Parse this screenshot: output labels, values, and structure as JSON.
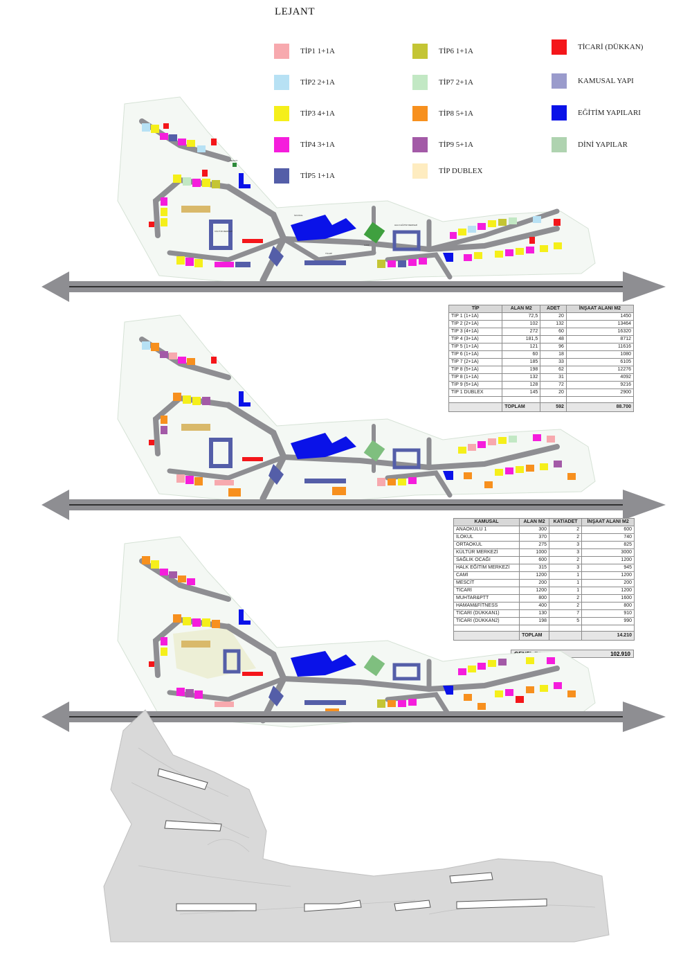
{
  "legend": {
    "title": "LEJANT",
    "items": [
      {
        "label": "TİP1  1+1A",
        "color": "#f7a9ae"
      },
      {
        "label": "TİP2  2+1A",
        "color": "#b7e1f4"
      },
      {
        "label": "TİP3  4+1A",
        "color": "#f5ef1a"
      },
      {
        "label": "TİP4  3+1A",
        "color": "#f51ddc"
      },
      {
        "label": "TİP5  1+1A",
        "color": "#545ea8"
      },
      {
        "label": "TİP6  1+1A",
        "color": "#c4c534"
      },
      {
        "label": "TİP7  2+1A",
        "color": "#c2e8c4"
      },
      {
        "label": "TİP8  5+1A",
        "color": "#f7901e"
      },
      {
        "label": "TİP9  5+1A",
        "color": "#a35aa7"
      },
      {
        "label": "TİP  DUBLEX",
        "color": "#feecc0"
      },
      {
        "label": "TİCARİ (DÜKKAN)",
        "color": "#f4161a"
      },
      {
        "label": "KAMUSAL YAPI",
        "color": "#9a9bcc"
      },
      {
        "label": "EĞİTİM YAPILARI",
        "color": "#0a12e8"
      },
      {
        "label": "DİNİ YAPILAR",
        "color": "#afd3b0"
      }
    ]
  },
  "plan_labels": {
    "mescit": "MESCİT",
    "ilkokul": "İLKOKUL",
    "kultur": "KÜLTÜR MERKEZİ",
    "cami": "CAMİ",
    "halk": "HALK EĞİTİM MERKEZİ",
    "ticari": "TİCARİ"
  },
  "housing_table": {
    "headers": [
      "TİP",
      "ALAN M2",
      "ADET",
      "İNŞAAT ALANI M2"
    ],
    "rows": [
      [
        "TİP 1 (1+1A)",
        "72,5",
        "20",
        "1450"
      ],
      [
        "TİP 2 (2+1A)",
        "102",
        "132",
        "13464"
      ],
      [
        "TİP 3 (4+1A)",
        "272",
        "60",
        "16320"
      ],
      [
        "TİP 4 (3+1A)",
        "181,5",
        "48",
        "8712"
      ],
      [
        "TİP 5 (1+1A)",
        "121",
        "96",
        "11616"
      ],
      [
        "TİP 6 (1+1A)",
        "60",
        "18",
        "1080"
      ],
      [
        "TİP 7 (2+1A)",
        "185",
        "33",
        "6105"
      ],
      [
        "TİP 8 (5+1A)",
        "198",
        "62",
        "12276"
      ],
      [
        "TİP 8 (1+1A)",
        "132",
        "31",
        "4092"
      ],
      [
        "TİP 9 (5+1A)",
        "128",
        "72",
        "9216"
      ],
      [
        "TİP 1 DUBLEX",
        "145",
        "20",
        "2900"
      ]
    ],
    "total_label": "TOPLAM",
    "total_count": "592",
    "total_area": "88.700"
  },
  "public_table": {
    "headers": [
      "KAMUSAL",
      "ALAN M2",
      "KAT/ADET",
      "İNŞAAT ALANI M2"
    ],
    "rows": [
      [
        "ANAOKULU 1",
        "300",
        "2",
        "600"
      ],
      [
        "İLOKUL",
        "370",
        "2",
        "740"
      ],
      [
        "ORTAOKUL",
        "275",
        "3",
        "825"
      ],
      [
        "KÜLTÜR MERKEZİ",
        "1000",
        "3",
        "3000"
      ],
      [
        "SAĞLIK OCAĞI",
        "600",
        "2",
        "1200"
      ],
      [
        "HALK  EĞİTİM MERKEZİ",
        "315",
        "3",
        "945"
      ],
      [
        "CAMİ",
        "1200",
        "1",
        "1200"
      ],
      [
        "MESCİT",
        "200",
        "1",
        "200"
      ],
      [
        "TİCARİ",
        "1200",
        "1",
        "1200"
      ],
      [
        "MUHTAR&PTT",
        "800",
        "2",
        "1600"
      ],
      [
        "HAMAM&FİTNESS",
        "400",
        "2",
        "800"
      ],
      [
        "TİCARİ (DÜKKAN1)",
        "130",
        "7",
        "910"
      ],
      [
        "TİCARİ (DÜKKAN2)",
        "198",
        "5",
        "990"
      ]
    ],
    "total_label": "TOPLAM",
    "total_area": "14.210"
  },
  "grand_total": {
    "label": "GENEL TOPLAM",
    "value": "102.910"
  }
}
